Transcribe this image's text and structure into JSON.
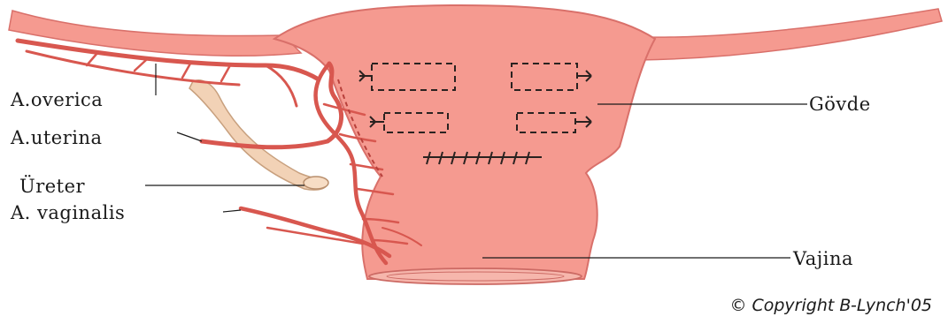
{
  "labels": {
    "ovarian_artery": "A.overica",
    "uterine_artery": "A.uterina",
    "ureter": "Üreter",
    "vaginal_artery": "A. vaginalis",
    "body": "Gövde",
    "vagina": "Vajina"
  },
  "copyright": "© Copyright B-Lynch'05",
  "colors": {
    "tissue": "#f59a90",
    "tissue_outline": "#d9706a",
    "vessel": "#d8574f",
    "vessel_dark": "#b8403b",
    "ureter": "#f2d2b6",
    "ureter_outline": "#c8a07e",
    "suture": "#2a2220",
    "text": "#1a1a1a"
  }
}
